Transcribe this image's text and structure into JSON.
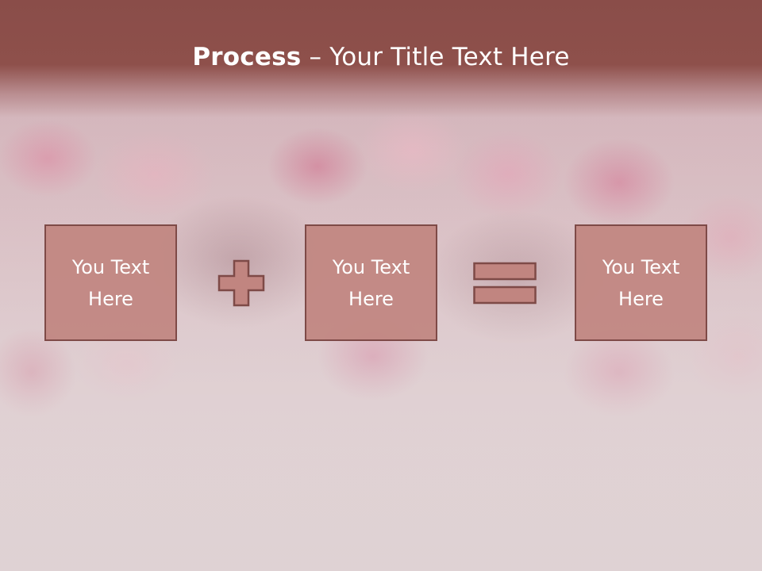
{
  "title": {
    "bold": "Process",
    "rest": " – Your Title Text Here"
  },
  "boxes": [
    {
      "line1": "You Text",
      "line2": "Here"
    },
    {
      "line1": "You Text",
      "line2": "Here"
    },
    {
      "line1": "You Text",
      "line2": "Here"
    }
  ],
  "operators": [
    "plus-icon",
    "equals-icon"
  ],
  "colors": {
    "title_bar": "#8a4d49",
    "box_fill": "#c18580",
    "box_border": "#7e4a47",
    "text": "#ffffff"
  }
}
